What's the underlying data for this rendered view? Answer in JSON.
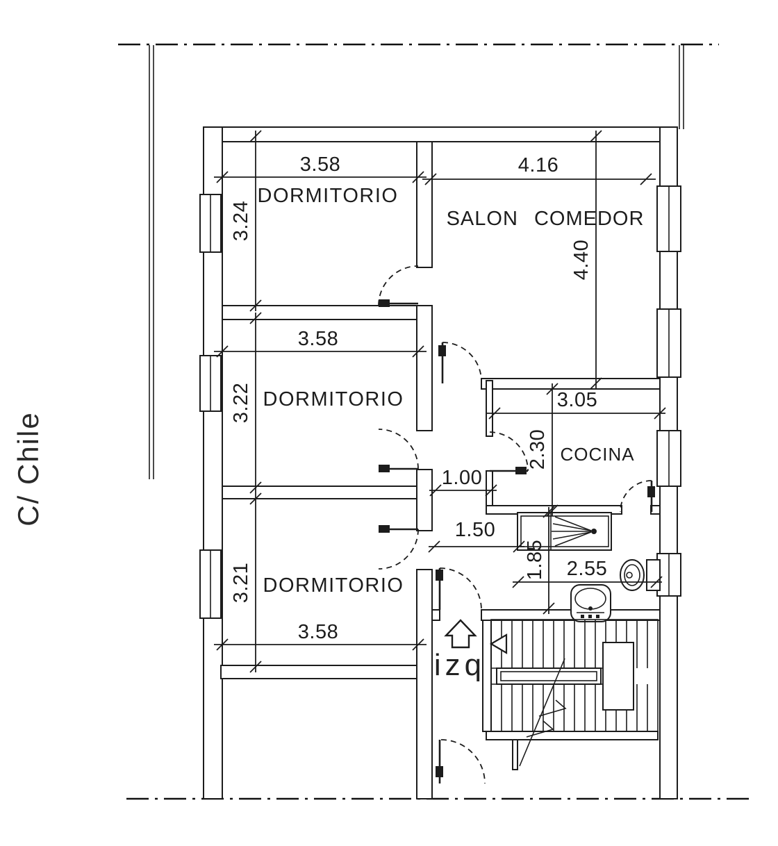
{
  "plan": {
    "street_label": "C/ Chile",
    "entry_label": "izq",
    "rooms": {
      "dormitorio1": "DORMITORIO",
      "dormitorio2": "DORMITORIO",
      "dormitorio3": "DORMITORIO",
      "salon": "SALON COMEDOR",
      "cocina": "COCINA"
    },
    "dims": {
      "dorm1_w": "3.58",
      "dorm1_h": "3.24",
      "salon_w": "4.16",
      "salon_h": "4.40",
      "dorm2_w": "3.58",
      "dorm2_h": "3.22",
      "cocina_w": "3.05",
      "cocina_h": "2.30",
      "hall_w": "1.00",
      "pass_w": "1.50",
      "dorm3_h": "3.21",
      "dorm3_w": "3.58",
      "bath_h": "1.85",
      "bath_w": "2.55"
    }
  }
}
